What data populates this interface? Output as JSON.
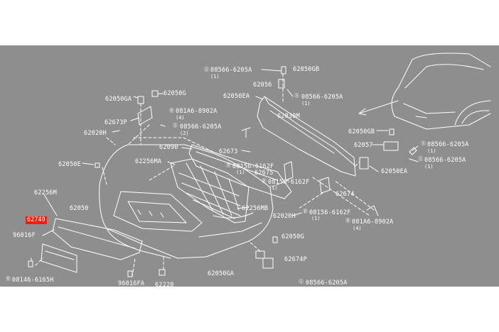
{
  "diagram": {
    "highlight_color": "#ff1a0a",
    "background_color": "#8e8e8e",
    "highlighted_part": "62740",
    "labels": {
      "p62050GB": "62050GB",
      "s08566_62205A_top": "08566-6205A",
      "s1_top": "(1)",
      "p62050GA_top": "62050GA",
      "p62050G_top": "62050G",
      "p62056": "62056",
      "p62050EA_top": "62050EA",
      "s08566_62205A_mid": "08566-6205A",
      "s1_mid": "(1)",
      "b081A6_8902A_top": "081A6-8902A",
      "s4_top": "(4)",
      "p62030M": "62030M",
      "p62673P": "62673P",
      "s08566_62205A_left": "08566-6205A",
      "s2_left": "(2)",
      "p62020H_left": "62020H",
      "p62090": "62090",
      "p62673": "62673",
      "p62050E": "62050E",
      "p62256MA": "62256MA",
      "b08156_6162F_a": "08156-6162F",
      "s1_a": "(1)",
      "p62675": "62675",
      "b08156_6162F_b": "08156-6162F",
      "s1_b": "(1)",
      "p62674": "62674",
      "p62256M": "62256M",
      "p62050": "62050",
      "p62256MB": "62256MB",
      "p62020H_right": "62020H",
      "b08156_6162F_c": "08156-6162F",
      "s1_c": "(1)",
      "b081A6_8902A_bot": "081A6-8902A",
      "s4_bot": "(4)",
      "p62740": "62740",
      "p96016F": "96016F",
      "p62050G_bot": "62050G",
      "p62674P": "62674P",
      "b08146_6165H": "08146-6165H",
      "p96016FA": "96016FA",
      "p62228": "62228",
      "p62050GA_bot": "62050GA",
      "s08566_62205A_bot": "08566-6205A",
      "p62050GB_right": "62050GB",
      "p62057": "62057",
      "s08566_62205A_r1": "08566-6205A",
      "s1_r1": "(1)",
      "s08566_62205A_r2": "08566-6205A",
      "s1_r2": "(1)",
      "p62050EA_right": "62050EA"
    }
  }
}
